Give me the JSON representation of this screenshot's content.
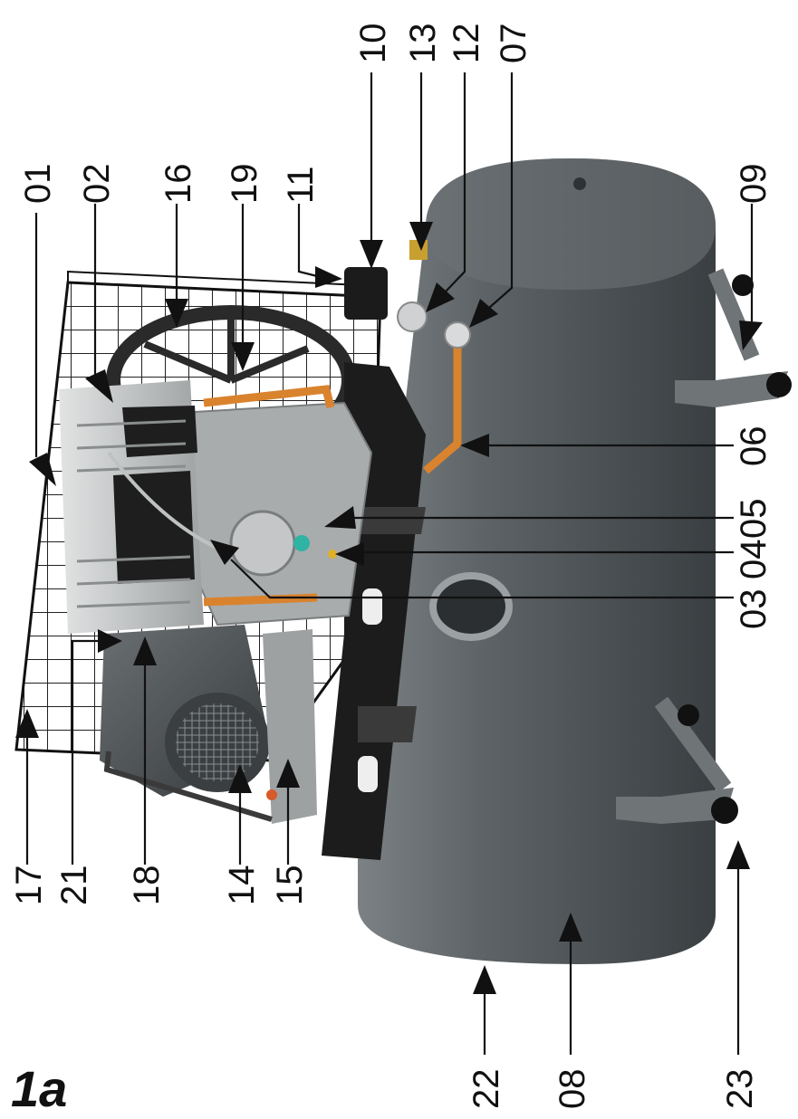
{
  "figure": {
    "label": "1a"
  },
  "callouts": {
    "c01": "01",
    "c02": "02",
    "c16": "16",
    "c19": "19",
    "c11": "11",
    "c10": "10",
    "c13": "13",
    "c12": "12",
    "c07": "07",
    "c09": "09",
    "c06": "06",
    "c05": "05",
    "c04": "04",
    "c03": "03",
    "c17": "17",
    "c21": "21",
    "c18": "18",
    "c14": "14",
    "c15": "15",
    "c22": "22",
    "c08": "08",
    "c23": "23"
  },
  "colors": {
    "tank": "#5d6366",
    "tank_dark": "#3e4346",
    "frame": "#1c1c1c",
    "cylinder": "#c9cbcb",
    "crankcase": "#a9acad",
    "pipe": "#d9832e",
    "guard": "#2a2a2a",
    "motor": "#4a4f52"
  }
}
